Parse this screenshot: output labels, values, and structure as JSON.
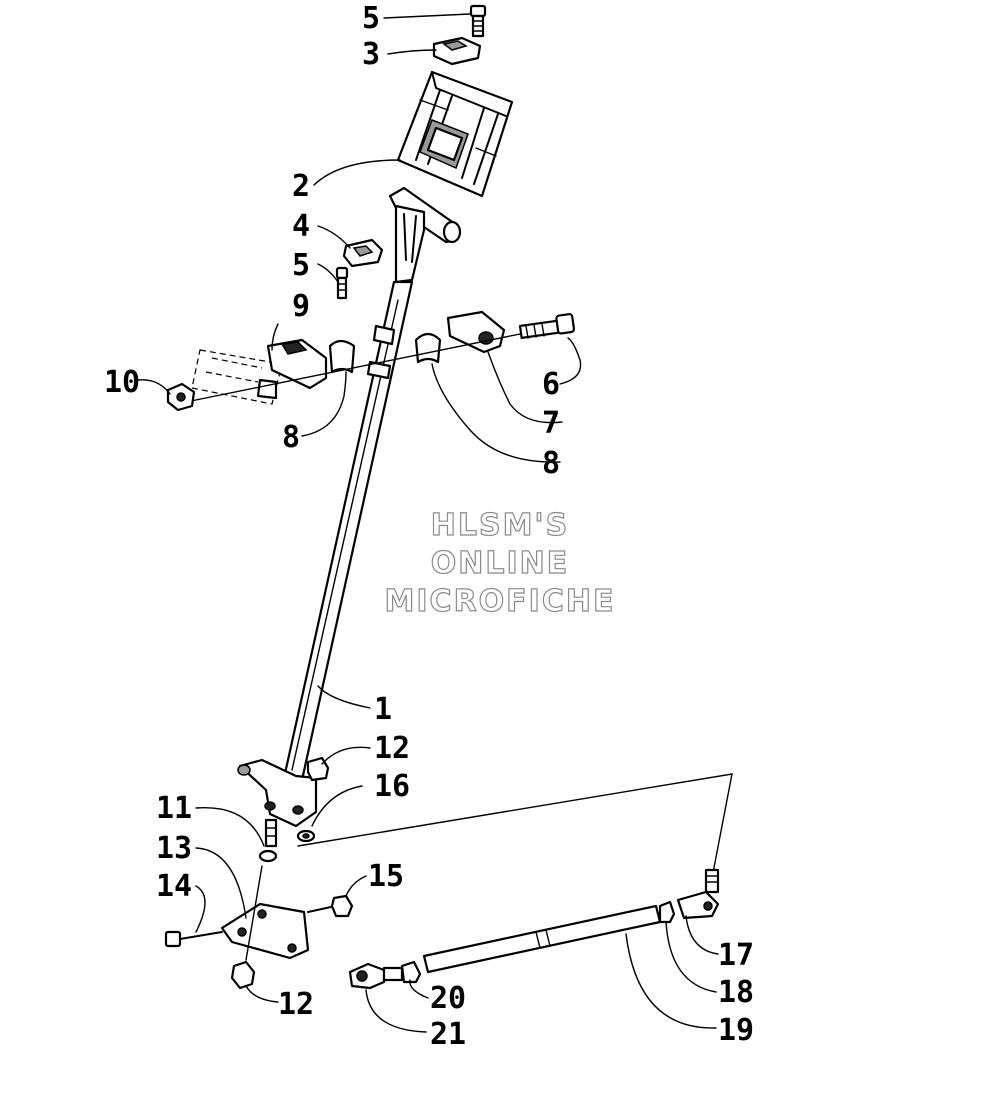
{
  "watermark": {
    "line1": "HLSM'S",
    "line2": "ONLINE",
    "line3": "MICROFICHE"
  },
  "callouts": [
    {
      "id": "callout-5-top",
      "label": "5"
    },
    {
      "id": "callout-3",
      "label": "3"
    },
    {
      "id": "callout-2",
      "label": "2"
    },
    {
      "id": "callout-4",
      "label": "4"
    },
    {
      "id": "callout-5-mid",
      "label": "5"
    },
    {
      "id": "callout-9",
      "label": "9"
    },
    {
      "id": "callout-10",
      "label": "10"
    },
    {
      "id": "callout-6",
      "label": "6"
    },
    {
      "id": "callout-7",
      "label": "7"
    },
    {
      "id": "callout-8-left",
      "label": "8"
    },
    {
      "id": "callout-8-right",
      "label": "8"
    },
    {
      "id": "callout-1",
      "label": "1"
    },
    {
      "id": "callout-12-top",
      "label": "12"
    },
    {
      "id": "callout-16",
      "label": "16"
    },
    {
      "id": "callout-11",
      "label": "11"
    },
    {
      "id": "callout-13",
      "label": "13"
    },
    {
      "id": "callout-14",
      "label": "14"
    },
    {
      "id": "callout-15",
      "label": "15"
    },
    {
      "id": "callout-12-bottom",
      "label": "12"
    },
    {
      "id": "callout-17",
      "label": "17"
    },
    {
      "id": "callout-18",
      "label": "18"
    },
    {
      "id": "callout-19",
      "label": "19"
    },
    {
      "id": "callout-20",
      "label": "20"
    },
    {
      "id": "callout-21",
      "label": "21"
    }
  ]
}
